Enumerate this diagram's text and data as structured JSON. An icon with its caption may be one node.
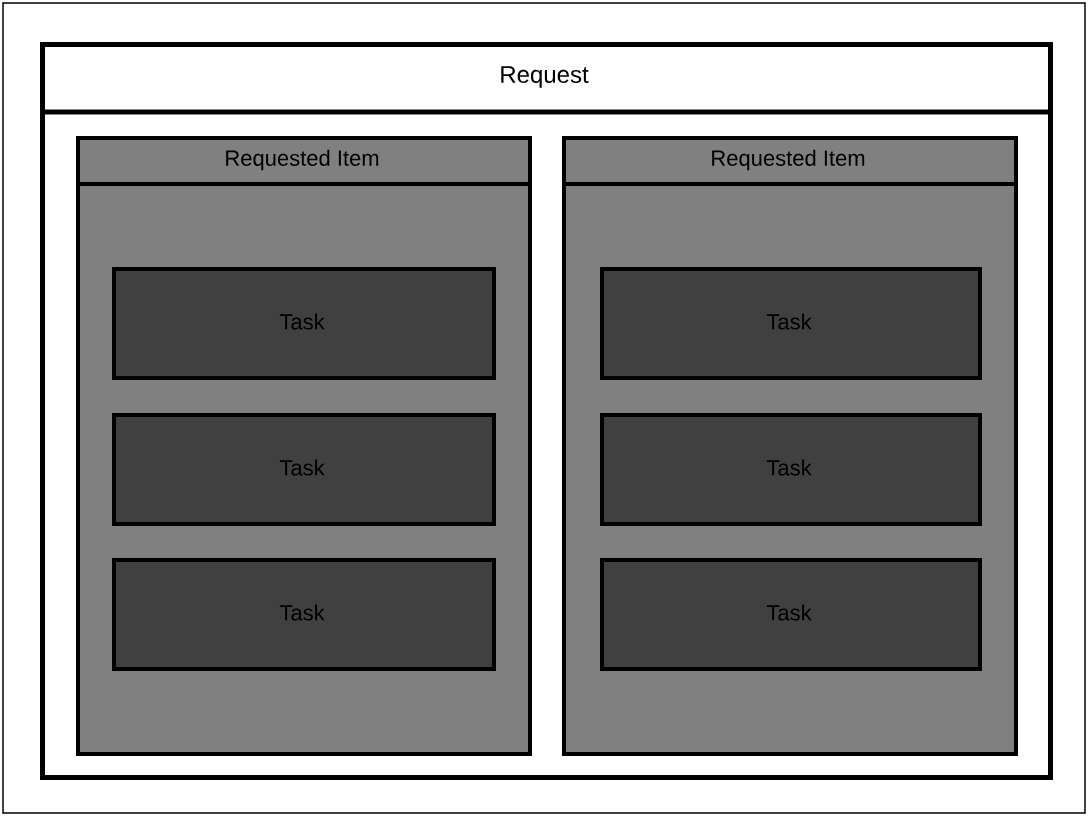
{
  "diagram": {
    "nodes": [
      {
        "text": [
          "Request"
        ]
      },
      {
        "text": [
          "Requested Item"
        ],
        "in": 0
      },
      {
        "text": [
          "Task"
        ],
        "in": 1
      },
      {
        "text": [
          "Task"
        ],
        "in": 1
      },
      {
        "text": [
          "Task"
        ],
        "in": 1
      },
      {
        "text": [
          "Requested Item"
        ],
        "in": 0
      },
      {
        "text": [
          "Task"
        ],
        "in": 5
      },
      {
        "text": [
          "Task"
        ],
        "in": 5
      },
      {
        "text": [
          "Task"
        ],
        "in": 5
      }
    ]
  }
}
